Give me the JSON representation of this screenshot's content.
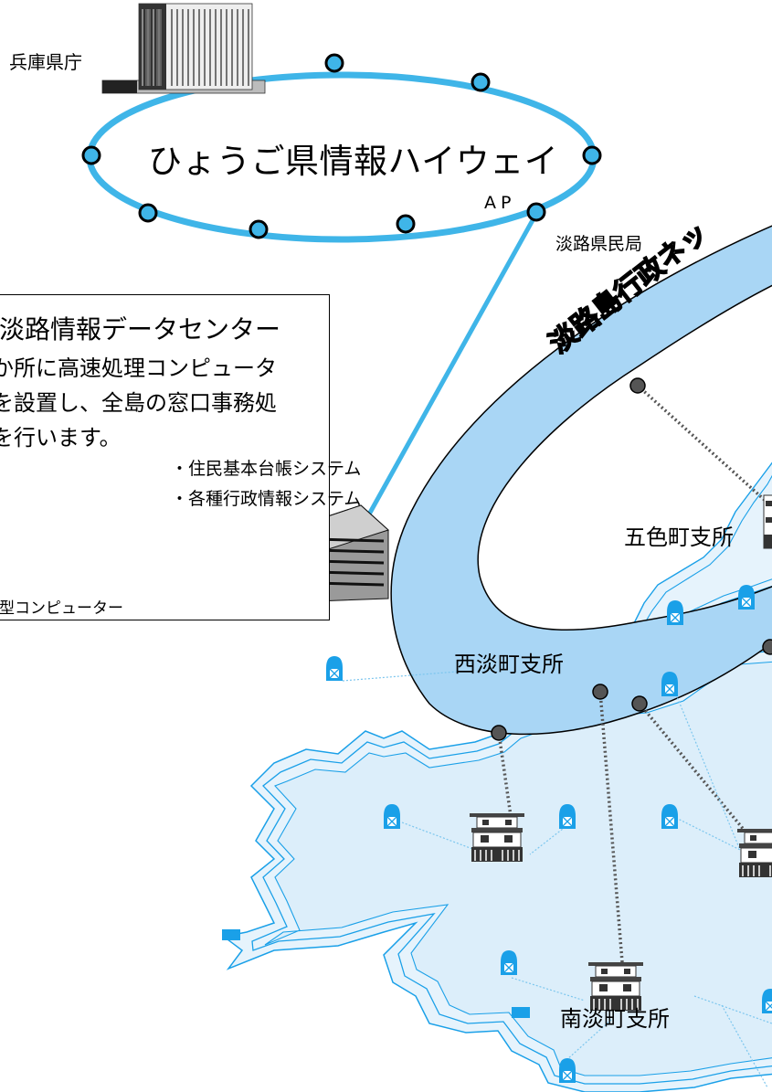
{
  "hyogo_office": "兵庫県庁",
  "highway_title": "ひょうご県情報ハイウェイ",
  "ap_label": "AP",
  "awaji_bureau": "淡路県民局",
  "network_title": "淡路島行政ネッ",
  "info_box": {
    "title": "淡路情報データセンター",
    "line1": "か所に高速処理コンピュータ",
    "line2": "を設置し、全島の窓口事務処",
    "line3": "を行います。",
    "bullet1": "・住民基本台帳システム",
    "bullet2": "・各種行政情報システム",
    "computer_caption": "型コンピューター"
  },
  "branches": {
    "goshiki": "五色町支所",
    "nishiawaji": "西淡町支所",
    "minamiawaji": "南淡町支所"
  },
  "colors": {
    "highway_ring": "#3fb5e8",
    "network_band": "#a9d6f5",
    "island_fill": "#dceefa",
    "island_outline": "#1aa0e8",
    "node_dark": "#555555"
  }
}
